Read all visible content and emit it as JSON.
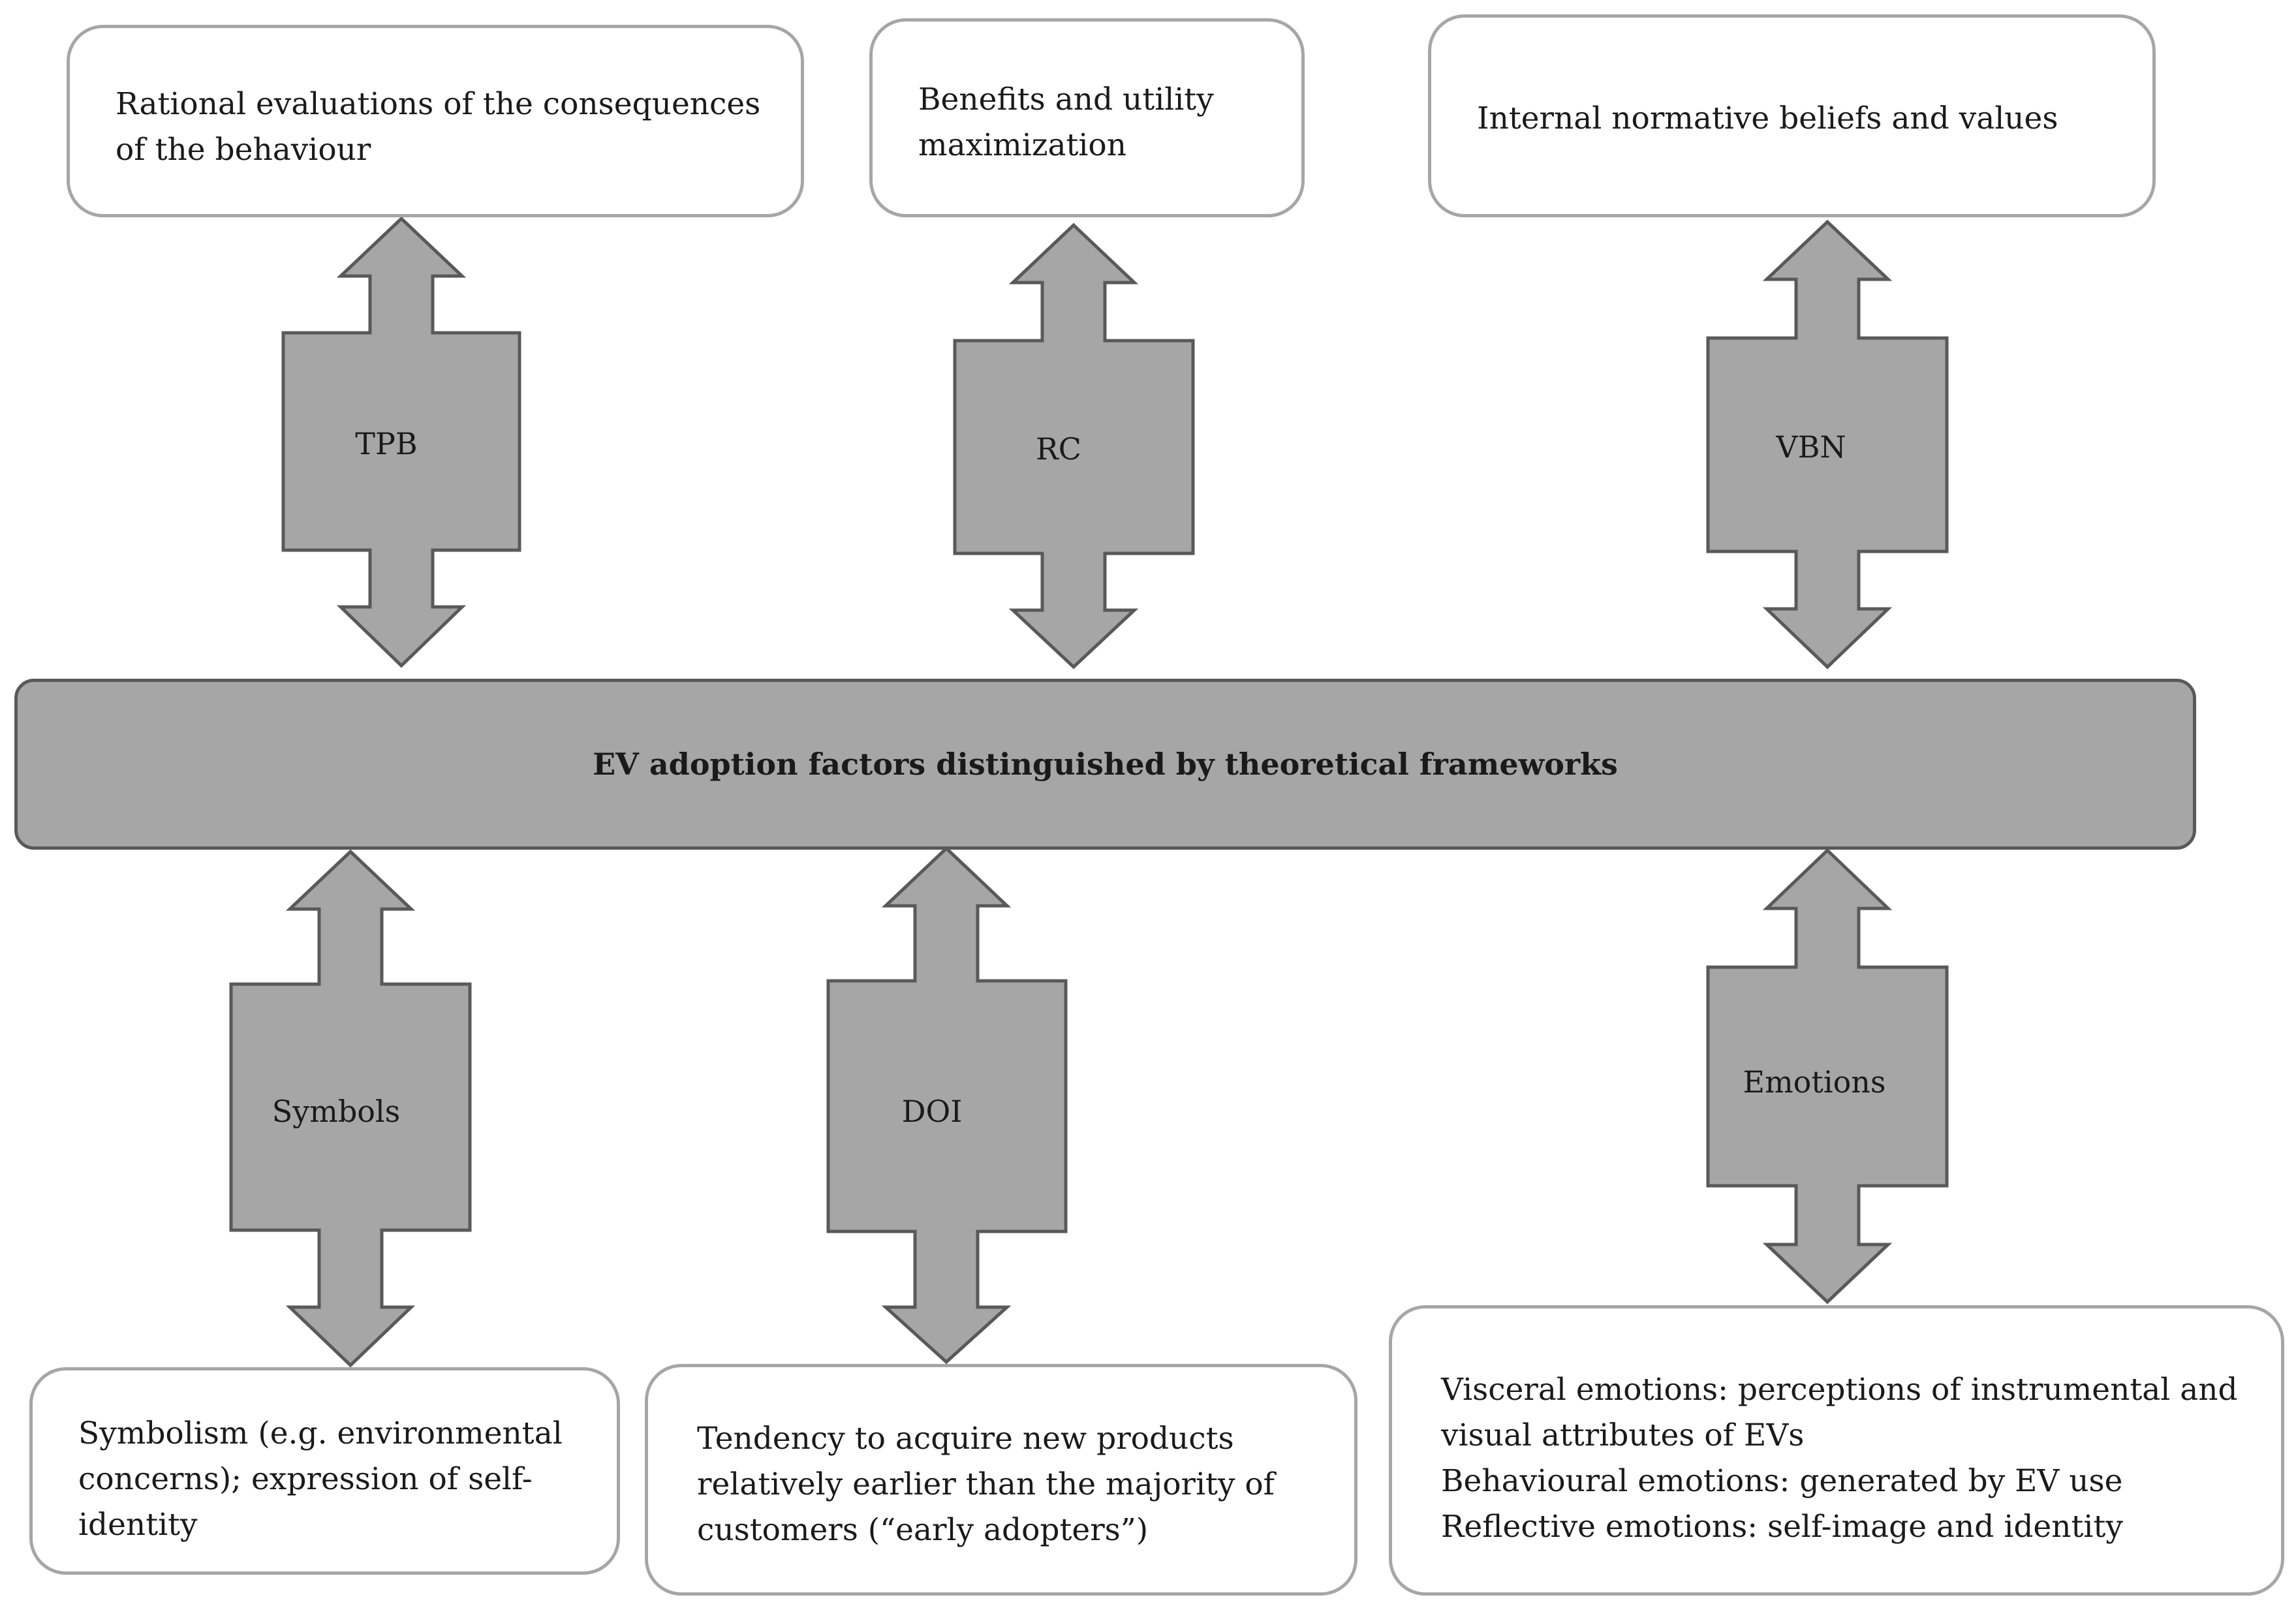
{
  "central": {
    "label": "EV adoption factors distinguished by theoretical frameworks"
  },
  "frameworks": {
    "tpb": {
      "label": "TPB",
      "description": [
        "Rational evaluations of the consequences",
        "of the behaviour"
      ]
    },
    "rc": {
      "label": "RC",
      "description": [
        "Benefits and utility",
        "maximization"
      ]
    },
    "vbn": {
      "label": "VBN",
      "description": [
        "Internal normative beliefs and values"
      ]
    },
    "symbols": {
      "label": "Symbols",
      "description": [
        "Symbolism (e.g. environmental",
        "concerns); expression of self-",
        "identity"
      ]
    },
    "doi": {
      "label": "DOI",
      "description": [
        "Tendency to acquire new products",
        "relatively earlier than the majority of",
        "customers (“early adopters”)"
      ]
    },
    "emotions": {
      "label": "Emotions",
      "description": [
        "Visceral emotions: perceptions of instrumental and",
        "visual attributes of EVs",
        "Behavioural emotions: generated by EV use",
        "Reflective emotions: self-image and identity"
      ]
    }
  },
  "colors": {
    "arrow_fill": "#a6a6a6",
    "arrow_stroke": "#595959",
    "box_border": "#a6a6a6"
  }
}
